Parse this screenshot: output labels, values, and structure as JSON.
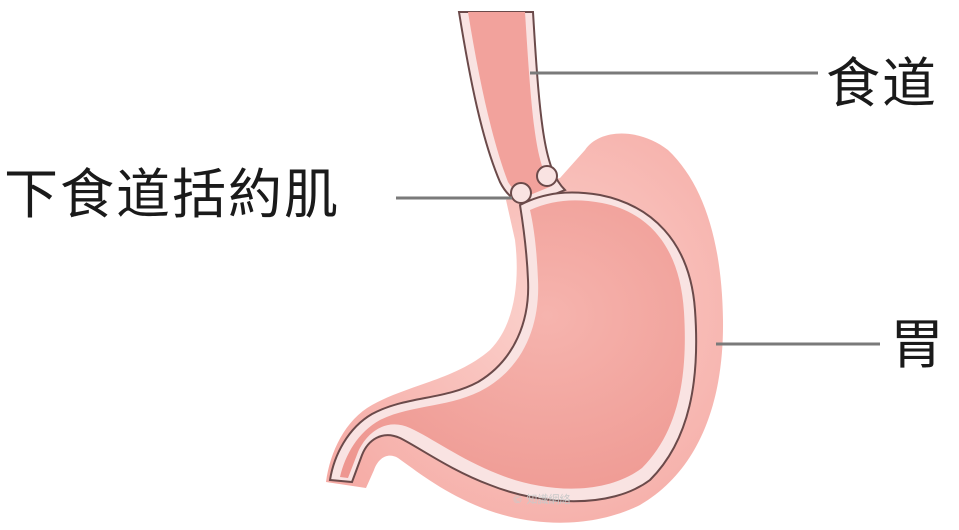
{
  "labels": {
    "esophagus": "食道",
    "lower_esophageal_sphincter": "下食道括約肌",
    "stomach": "胃"
  },
  "watermark": "© 知識網絡",
  "colors": {
    "outer_stomach": "#f5b3ae",
    "outer_light": "#fbd0cb",
    "lumen": "#f2a29c",
    "lining": "#f9e3e2",
    "outline": "#6b4a4a",
    "leader_line": "#7a7a7a",
    "text": "#1a1a1a"
  }
}
